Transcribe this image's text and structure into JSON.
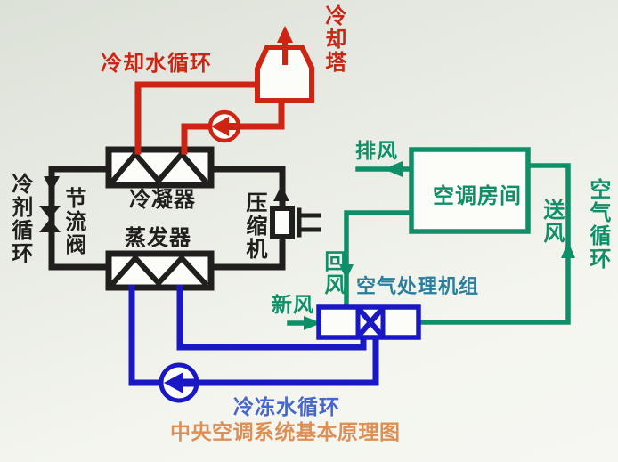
{
  "title": "中央空调系统基本原理图",
  "labels": {
    "cooling_water_loop": "冷却水循环",
    "cooling_tower": "冷却塔",
    "refrigerant_loop": "冷剂循环",
    "throttle_valve": "节流阀",
    "condenser": "冷凝器",
    "evaporator": "蒸发器",
    "compressor": "压缩机",
    "exhaust_air": "排风",
    "room": "空调房间",
    "supply_air": "送风",
    "air_loop": "空气循环",
    "return_air": "回风",
    "fresh_air": "新风",
    "ahu": "空气处理机组",
    "chilled_water_loop": "冷冻水循环"
  },
  "colors": {
    "red": "#cd2414",
    "black": "#211f1d",
    "blue": "#1a18c4",
    "green": "#0f8f68",
    "teal": "#2b7d9b",
    "orange": "#dd9055",
    "blue_text": "#4566cc"
  }
}
